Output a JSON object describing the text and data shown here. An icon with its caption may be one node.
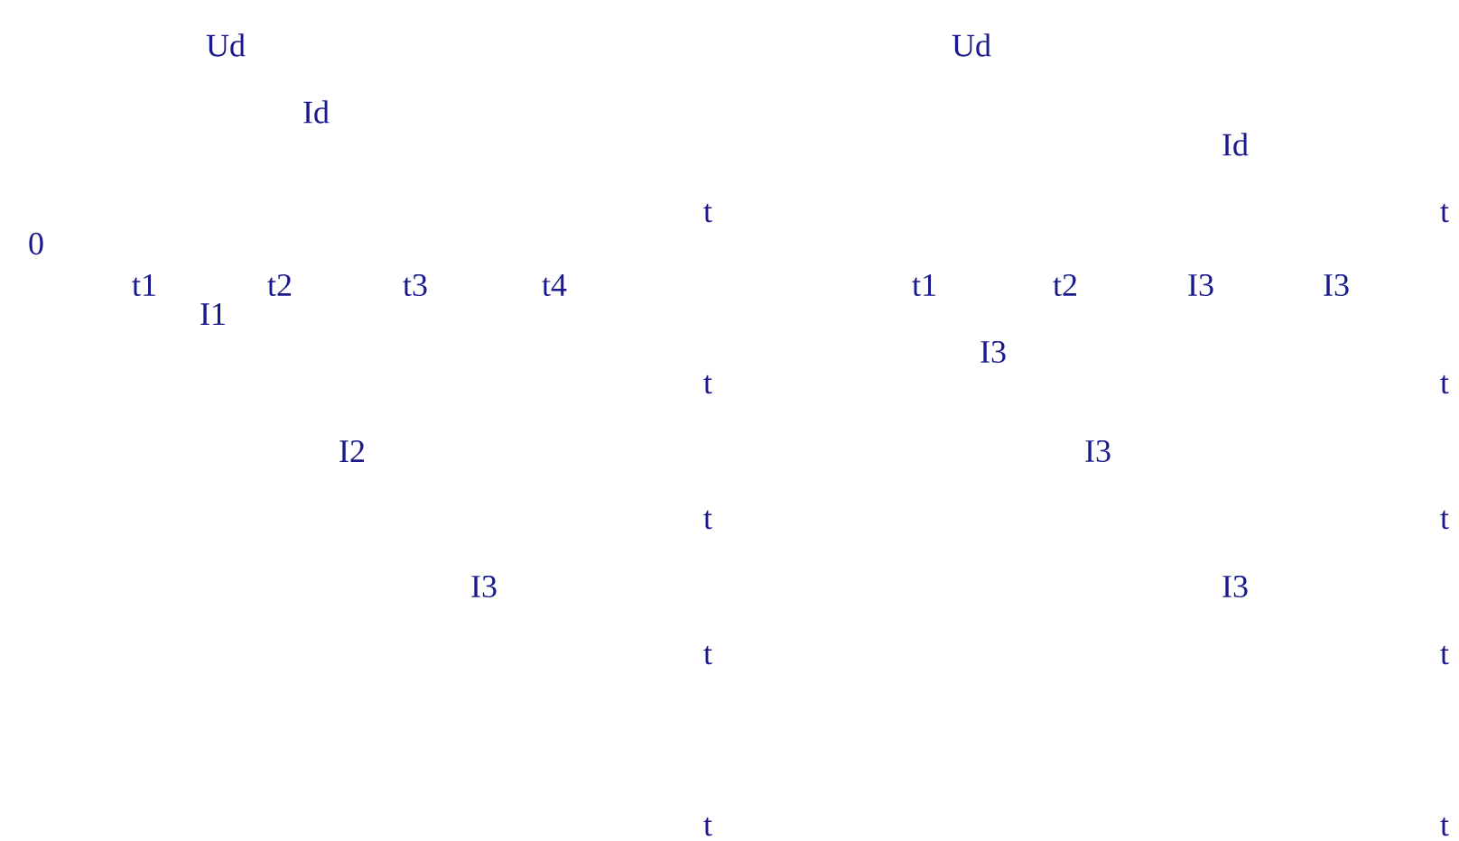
{
  "diagram": {
    "labels": [
      "Ud",
      "Ud",
      "Id",
      "Id",
      "t",
      "t",
      "0",
      "t1",
      "I1",
      "t2",
      "t3",
      "t4",
      "t1",
      "t2",
      "I3",
      "I3",
      "I3",
      "t",
      "t",
      "I2",
      "I3",
      "t",
      "t",
      "I3",
      "I3",
      "t",
      "t",
      "t",
      "t"
    ]
  }
}
